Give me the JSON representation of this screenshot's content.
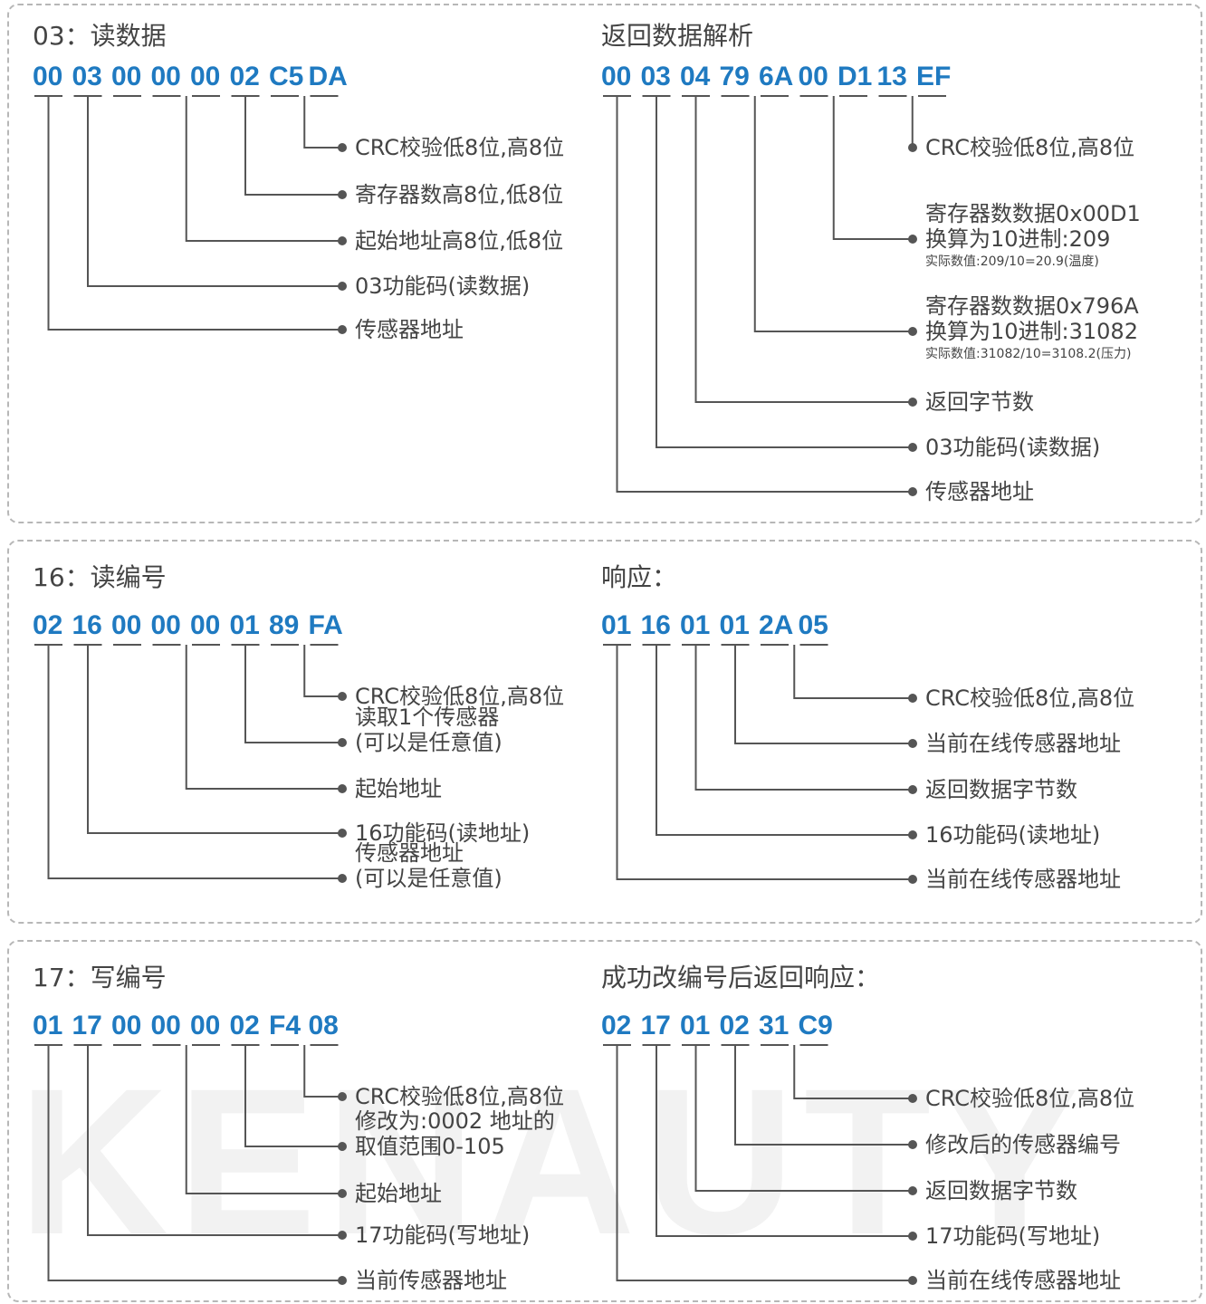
{
  "watermark": "KENAUTY",
  "colors": {
    "hex": "#1f7ac1",
    "text": "#444444",
    "line": "#555555",
    "border": "#b7b7b7"
  },
  "panels": [
    {
      "left": {
        "title": "03：读数据",
        "bytes": [
          "00",
          "03",
          "00",
          "00",
          "00",
          "02",
          "C5",
          "DA"
        ],
        "labels": [
          {
            "text": "CRC校验低8位,高8位"
          },
          {
            "text": "寄存器数高8位,低8位"
          },
          {
            "text": "起始地址高8位,低8位"
          },
          {
            "text": "03功能码(读数据)"
          },
          {
            "text": "传感器地址"
          }
        ]
      },
      "right": {
        "title": "返回数据解析",
        "bytes": [
          "00",
          "03",
          "04",
          "79",
          "6A",
          "00",
          "D1",
          "13",
          "EF"
        ],
        "labels": [
          {
            "text": "CRC校验低8位,高8位"
          },
          {
            "text": "寄存器数数据0x00D1\n换算为10进制:209",
            "sub": "实际数值:209/10=20.9(温度)"
          },
          {
            "text": "寄存器数数据0x796A\n换算为10进制:31082",
            "sub": "实际数值:31082/10=3108.2(压力)"
          },
          {
            "text": "返回字节数"
          },
          {
            "text": "03功能码(读数据)"
          },
          {
            "text": "传感器地址"
          }
        ]
      }
    },
    {
      "left": {
        "title": "16：读编号",
        "bytes": [
          "02",
          "16",
          "00",
          "00",
          "00",
          "01",
          "89",
          "FA"
        ],
        "labels": [
          {
            "text": "CRC校验低8位,高8位"
          },
          {
            "text": "读取1个传感器\n(可以是任意值)"
          },
          {
            "text": "起始地址"
          },
          {
            "text": "16功能码(读地址)"
          },
          {
            "text": "传感器地址\n(可以是任意值)"
          }
        ]
      },
      "right": {
        "title": "响应：",
        "bytes": [
          "01",
          "16",
          "01",
          "01",
          "2A",
          "05"
        ],
        "labels": [
          {
            "text": "CRC校验低8位,高8位"
          },
          {
            "text": "当前在线传感器地址"
          },
          {
            "text": "返回数据字节数"
          },
          {
            "text": "16功能码(读地址)"
          },
          {
            "text": "当前在线传感器地址"
          }
        ]
      }
    },
    {
      "left": {
        "title": "17：写编号",
        "bytes": [
          "01",
          "17",
          "00",
          "00",
          "00",
          "02",
          "F4",
          "08"
        ],
        "labels": [
          {
            "text": "CRC校验低8位,高8位"
          },
          {
            "text": "修改为:0002  地址的\n取值范围0-105"
          },
          {
            "text": "起始地址"
          },
          {
            "text": "17功能码(写地址)"
          },
          {
            "text": "当前传感器地址"
          }
        ]
      },
      "right": {
        "title": "成功改编号后返回响应：",
        "bytes": [
          "02",
          "17",
          "01",
          "02",
          "31",
          "C9"
        ],
        "labels": [
          {
            "text": "CRC校验低8位,高8位"
          },
          {
            "text": "修改后的传感器编号"
          },
          {
            "text": "返回数据字节数"
          },
          {
            "text": "17功能码(写地址)"
          },
          {
            "text": "当前在线传感器地址"
          }
        ]
      }
    }
  ]
}
